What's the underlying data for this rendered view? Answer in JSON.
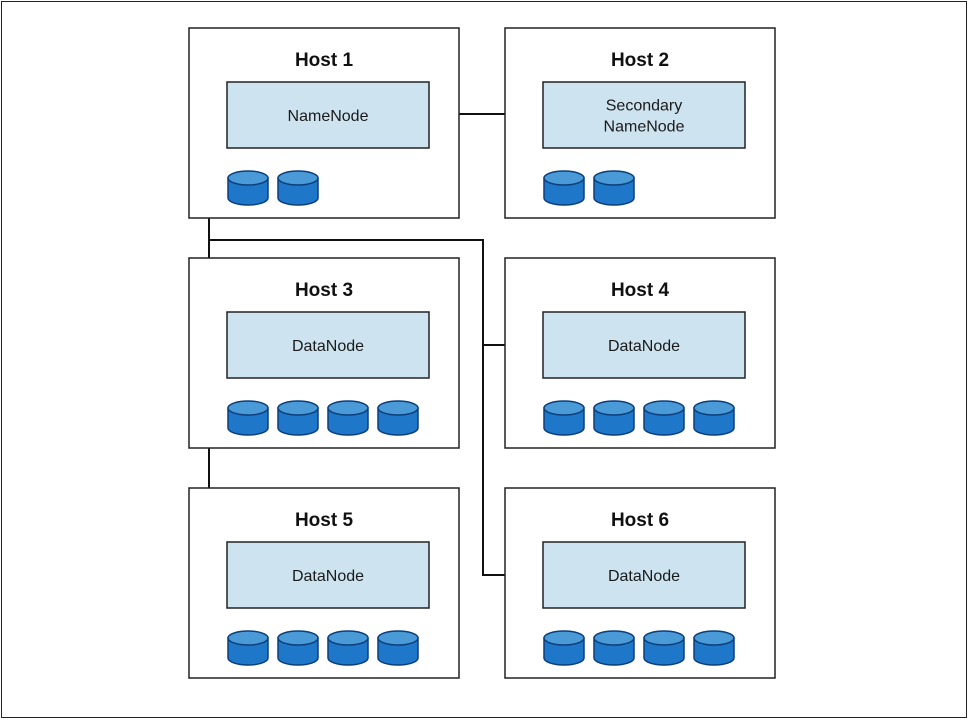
{
  "colors": {
    "node_fill": "#cde3ef",
    "disk_fill": "#1f77c9",
    "disk_top": "#4a9ad8",
    "disk_stroke": "#0b3e7a",
    "line": "#111111"
  },
  "hosts": [
    {
      "title": "Host 1",
      "node_lines": [
        "NameNode"
      ],
      "disks": 2
    },
    {
      "title": "Host 2",
      "node_lines": [
        "Secondary",
        "NameNode"
      ],
      "disks": 2
    },
    {
      "title": "Host 3",
      "node_lines": [
        "DataNode"
      ],
      "disks": 4
    },
    {
      "title": "Host 4",
      "node_lines": [
        "DataNode"
      ],
      "disks": 4
    },
    {
      "title": "Host 5",
      "node_lines": [
        "DataNode"
      ],
      "disks": 4
    },
    {
      "title": "Host 6",
      "node_lines": [
        "DataNode"
      ],
      "disks": 4
    }
  ]
}
